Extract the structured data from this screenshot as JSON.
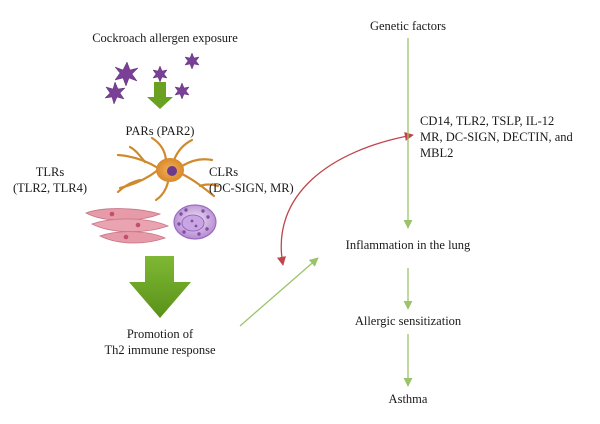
{
  "left": {
    "exposure": "Cockroach allergen exposure",
    "pars": "PARₓs (PAR2)",
    "tlrs_line1": "TLRs",
    "tlrs_line2": "(TLR2, TLR4)",
    "clrs_line1": "CLRs",
    "clrs_line2": "(DC-SIGN, MR)",
    "promotion_line1": "Promotion of",
    "promotion_line2": "Th2 immune response"
  },
  "right": {
    "genetic": "Genetic factors",
    "genes_line1": "CD14, TLR2, TSLP, IL-12",
    "genes_line2": "MR, DC-SIGN, DECTIN, and",
    "genes_line3": "MBL2",
    "inflammation": "Inflammation in the lung",
    "sensitization": "Allergic sensitization",
    "asthma": "Asthma"
  },
  "colors": {
    "allergen_star": "#7a3f96",
    "green_arrow": "#6aa121",
    "thin_arrow": "#9bc46a",
    "red_curve": "#c0454a",
    "neuron_body": "#e8a23a",
    "cell_pink": "#e79aa8",
    "cell_purple": "#b07cd6"
  },
  "icons": [
    "allergen-star-icon",
    "dendritic-cell-icon",
    "epithelial-cell-icon",
    "mast-cell-icon"
  ]
}
